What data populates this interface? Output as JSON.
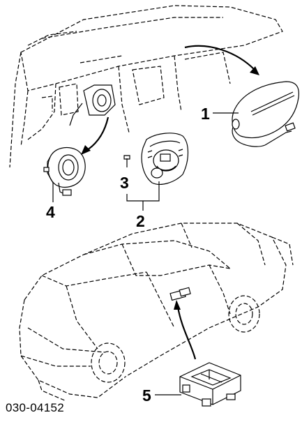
{
  "callouts": {
    "c1": "1",
    "c2": "2",
    "c3": "3",
    "c4": "4",
    "c5": "5"
  },
  "diagram_code": "030-04152"
}
